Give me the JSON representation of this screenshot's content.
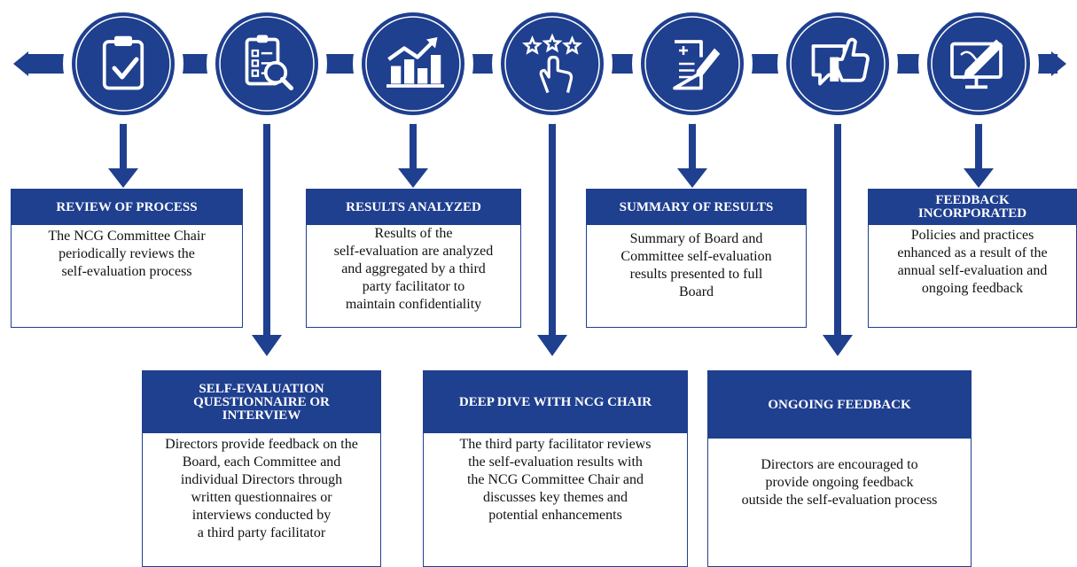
{
  "colors": {
    "primary": "#1f3f8f",
    "text": "#111111",
    "background": "#ffffff"
  },
  "icons": [
    "clipboard-check-icon",
    "checklist-magnifier-icon",
    "bar-chart-growth-icon",
    "rating-stars-tap-icon",
    "document-pen-icon",
    "thumbs-up-chat-icon",
    "monitor-edit-icon"
  ],
  "steps": [
    {
      "title": "REVIEW OF PROCESS",
      "body": "The NCG Committee Chair\nperiodically reviews the\nself-evaluation process"
    },
    {
      "title": "SELF-EVALUATION\nQUESTIONNAIRE OR\nINTERVIEW",
      "body": "Directors provide feedback on the\nBoard, each Committee and\nindividual Directors through\nwritten questionnaires or\ninterviews conducted by\na third party facilitator"
    },
    {
      "title": "RESULTS ANALYZED",
      "body": "Results of the\nself-evaluation are analyzed\nand aggregated by a third\nparty facilitator to\nmaintain confidentiality"
    },
    {
      "title": "DEEP DIVE WITH NCG CHAIR",
      "body": "The third party facilitator reviews\nthe self-evaluation results with\nthe NCG Committee Chair and\ndiscusses key themes and\npotential enhancements"
    },
    {
      "title": "SUMMARY OF RESULTS",
      "body": "Summary of Board and\nCommittee self-evaluation\nresults presented to full\nBoard"
    },
    {
      "title": "ONGOING FEEDBACK",
      "body": "Directors are encouraged to\nprovide ongoing feedback\noutside the self-evaluation process"
    },
    {
      "title": "FEEDBACK\nINCORPORATED",
      "body": "Policies and practices\nenhanced as a result of the\nannual self-evaluation and\nongoing feedback"
    }
  ]
}
